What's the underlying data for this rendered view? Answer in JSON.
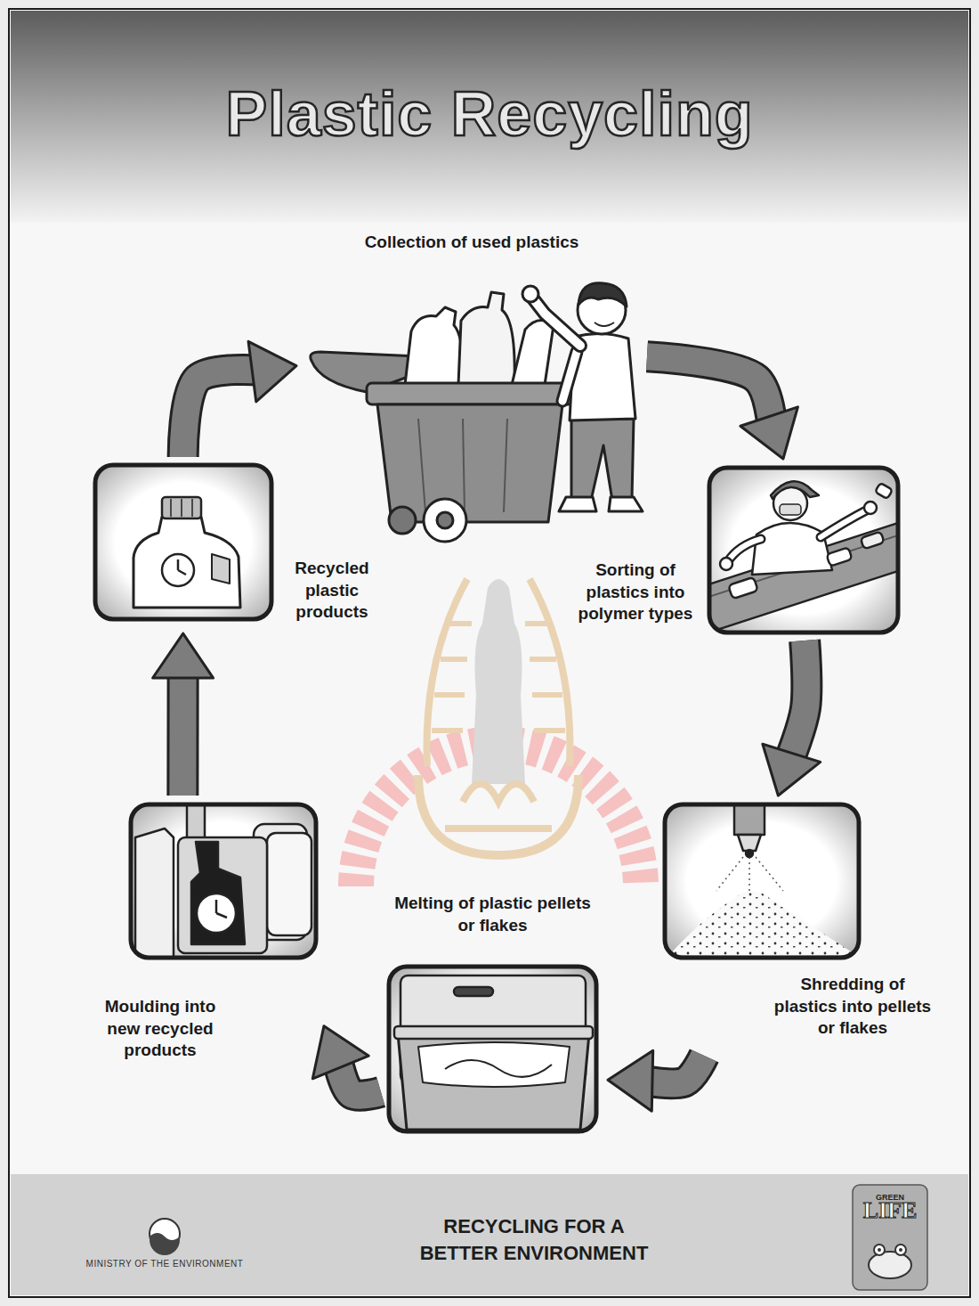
{
  "diagram": {
    "title": "Plastic Recycling",
    "nodes": [
      {
        "text": [
          "Collection of used plastics"
        ]
      },
      {
        "text": [
          "Sorting of plastics into polymer types"
        ]
      },
      {
        "text": [
          "Shredding of plastics into pellets or flakes"
        ]
      },
      {
        "text": [
          "Melting of plastic pellets or flakes"
        ]
      },
      {
        "text": [
          "Moulding into new recycled products"
        ]
      },
      {
        "text": [
          "Recycled plastic products"
        ]
      }
    ],
    "edges": [
      {
        "from": 0,
        "to": 1,
        "arrow": "to"
      },
      {
        "from": 1,
        "to": 2,
        "arrow": "to"
      },
      {
        "from": 2,
        "to": 3,
        "arrow": "to"
      },
      {
        "from": 3,
        "to": 4,
        "arrow": "to"
      },
      {
        "from": 4,
        "to": 5,
        "arrow": "to"
      },
      {
        "from": 5,
        "to": 0,
        "arrow": "to"
      }
    ],
    "labels": [
      "RECYCLING FOR A BETTER ENVIRONMENT",
      "MINISTRY OF THE ENVIRONMENT",
      "GREEN",
      "LIFE"
    ]
  }
}
